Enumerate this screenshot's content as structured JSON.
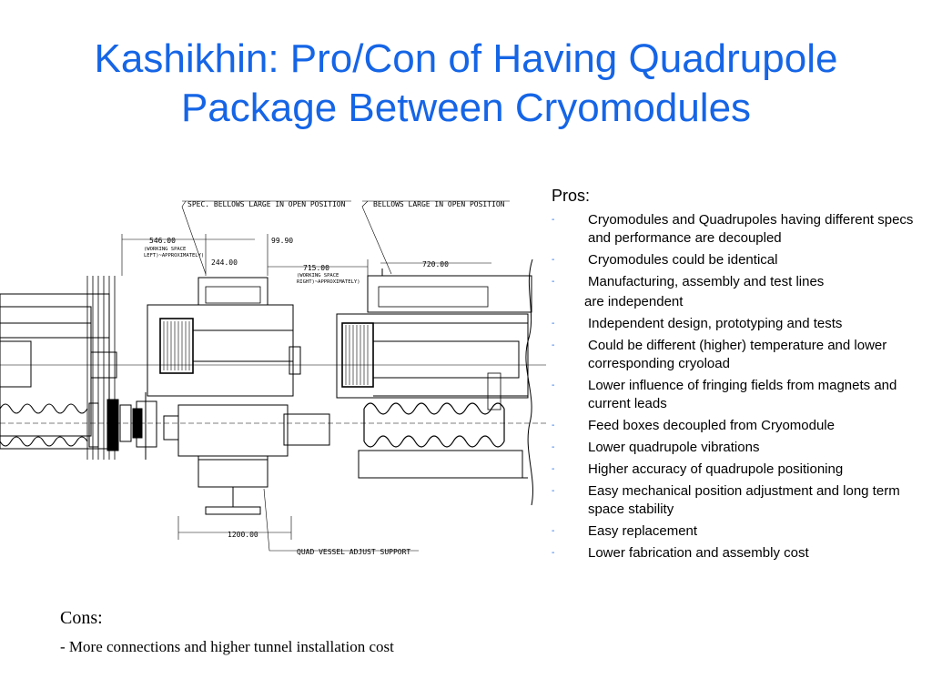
{
  "title": {
    "line1": "Kashikhin: Pro/Con of Having Quadrupole",
    "line2": "Package Between Cryomodules"
  },
  "drawing": {
    "callout_spec_bellows": "SPEC. BELLOWS LARGE IN OPEN POSITION",
    "callout_bellows": "BELLOWS LARGE IN OPEN POSITION",
    "dim_546": "546.00",
    "dim_546_note1": "(WORKING SPACE",
    "dim_546_note2": "LEFT)~APPROXIMATELY)",
    "dim_99": "99.90",
    "dim_244": "244.00",
    "dim_715": "715.00",
    "dim_715_note1": "(WORKING SPACE",
    "dim_715_note2": "RIGHT)~APPROXIMATELY)",
    "dim_720": "720.00",
    "dim_1200": "1200.00",
    "callout_quad": "QUAD VESSEL ADJUST SUPPORT"
  },
  "pros": {
    "heading": "Pros:",
    "items": [
      "Cryomodules and Quadrupoles having different specs and performance are decoupled",
      "Cryomodules could be identical",
      "Manufacturing, assembly and test lines",
      "Independent design, prototyping and tests",
      "Could be different (higher) temperature and lower corresponding cryoload",
      "Lower influence of fringing fields from magnets and current leads",
      "Feed boxes decoupled from Cryomodule",
      "Lower quadrupole vibrations",
      "Higher accuracy of quadrupole positioning",
      "Easy mechanical position adjustment and long term space stability",
      "Easy replacement",
      "Lower fabrication and assembly cost"
    ],
    "continuation": "are independent",
    "bullet": "-"
  },
  "cons": {
    "heading": "Cons:",
    "item": "- More connections and higher tunnel installation cost"
  }
}
